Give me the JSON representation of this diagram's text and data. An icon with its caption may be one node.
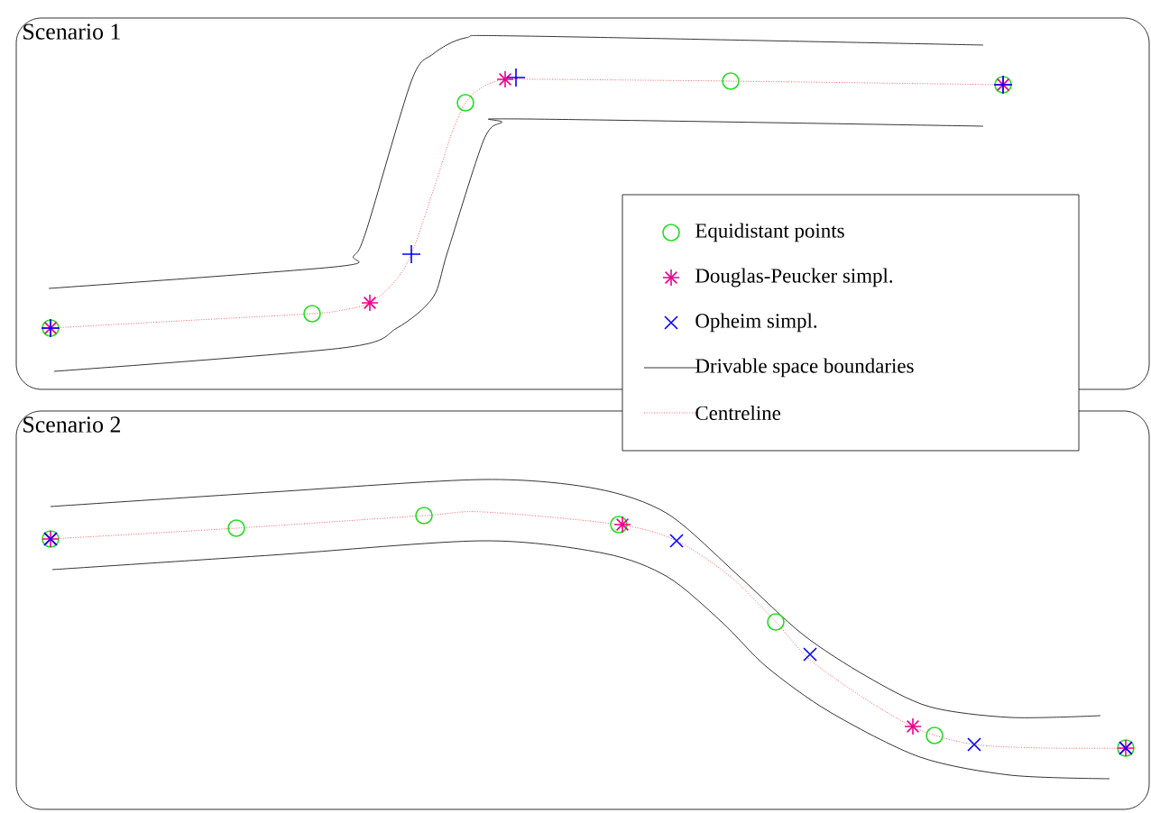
{
  "diagram": {
    "nodes": [
      {
        "text": [
          "Scenario 1"
        ]
      },
      {
        "text": [
          "Scenario 2"
        ]
      }
    ],
    "legend": [
      {
        "text": "Equidistant points"
      },
      {
        "text": "Douglas-Peucker simpl."
      },
      {
        "text": "Opheim simpl."
      },
      {
        "text": "Drivable space boundaries"
      },
      {
        "text": "Centreline"
      }
    ]
  }
}
